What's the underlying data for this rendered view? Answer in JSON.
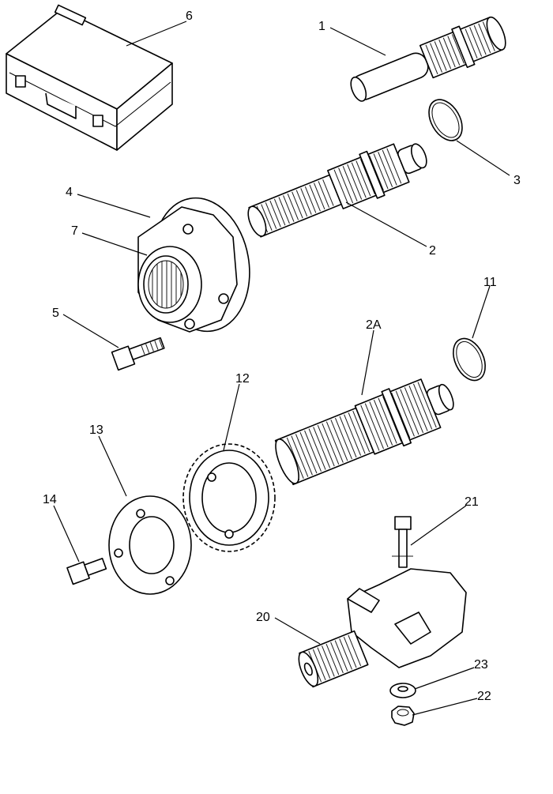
{
  "diagram": {
    "labels": {
      "1": "1",
      "2": "2",
      "2A": "2A",
      "3": "3",
      "4": "4",
      "5": "5",
      "6": "6",
      "7": "7",
      "11": "11",
      "12": "12",
      "13": "13",
      "14": "14",
      "20": "20",
      "21": "21",
      "22": "22",
      "23": "23"
    }
  }
}
